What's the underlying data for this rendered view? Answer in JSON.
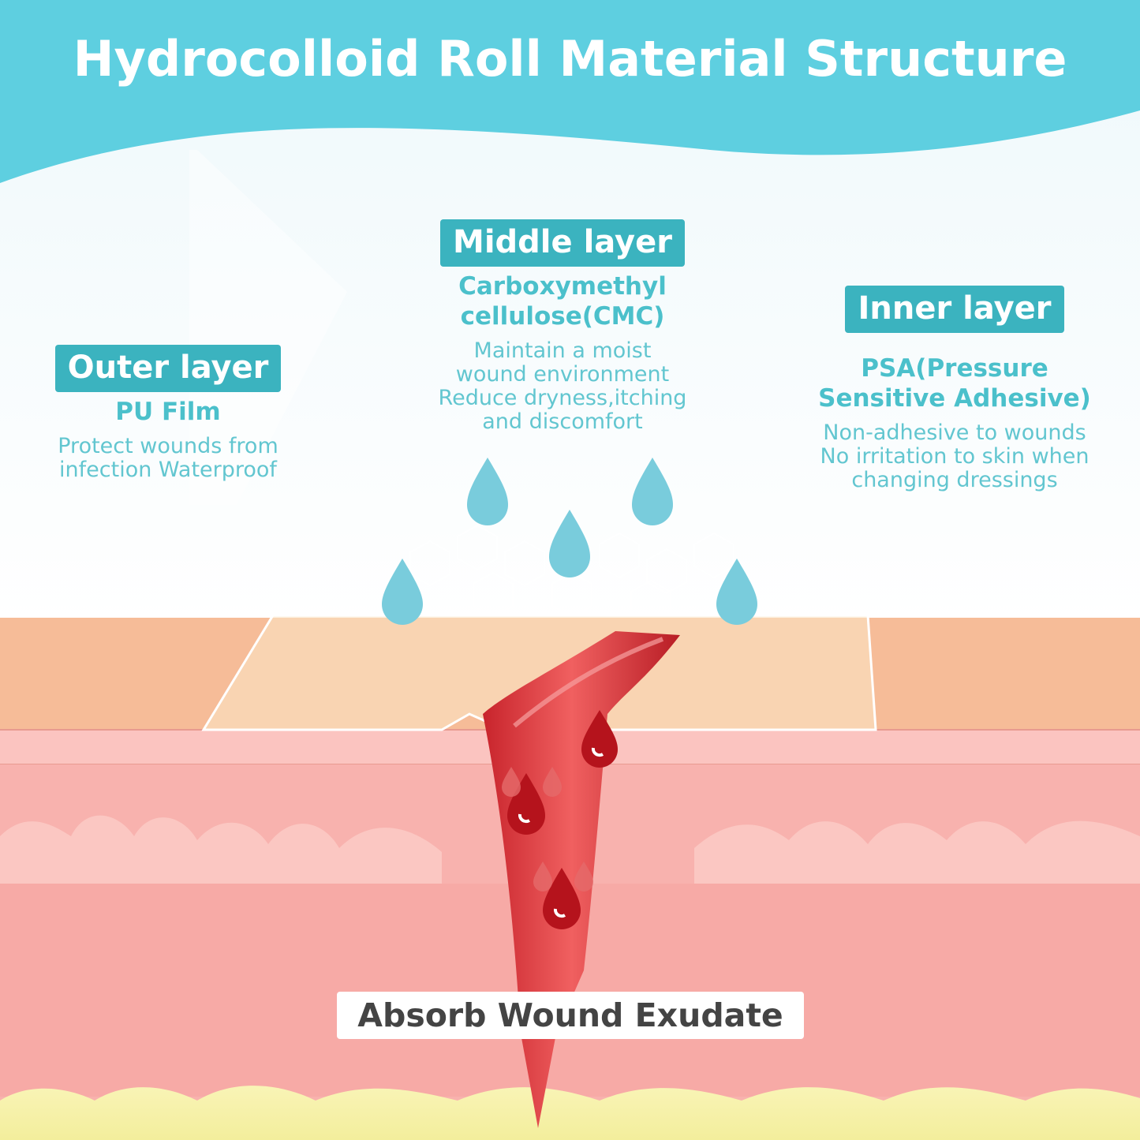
{
  "title": "Hydrocolloid Roll Material Structure",
  "colors": {
    "header": "#5ecfe0",
    "badge": "#3bb3bf",
    "accent_text": "#4bc0cb",
    "skin_top": "#f6bc98",
    "dermis": "#f7a9a6",
    "wound": "#e23b3b",
    "fat": "#f6f0a8"
  },
  "layers": {
    "outer": {
      "label": "Outer layer",
      "material": "PU Film",
      "desc": [
        "Protect wounds from",
        "infection Waterproof"
      ]
    },
    "middle": {
      "label": "Middle layer",
      "material": [
        "Carboxymethyl",
        "cellulose(CMC)"
      ],
      "desc": [
        "Maintain a moist",
        "wound environment",
        "Reduce dryness,itching",
        "and discomfort"
      ]
    },
    "inner": {
      "label": "Inner layer",
      "material": [
        "PSA(Pressure",
        "Sensitive Adhesive)"
      ],
      "desc": [
        "Non-adhesive to wounds",
        "No irritation to skin when",
        "changing dressings"
      ]
    }
  },
  "bottom_label": "Absorb Wound Exudate",
  "icons": [
    "water-drop-icon",
    "blood-drop-icon"
  ]
}
